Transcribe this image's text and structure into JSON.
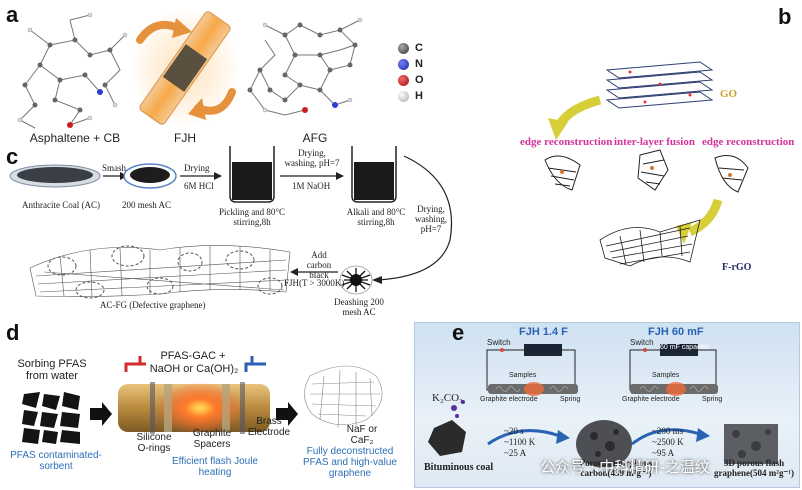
{
  "panels": {
    "a": {
      "label": "a",
      "captions": [
        "Asphaltene + CB",
        "FJH",
        "AFG"
      ],
      "legend": [
        {
          "symbol": "C",
          "color": "#555555"
        },
        {
          "symbol": "N",
          "color": "#2a3fd1"
        },
        {
          "symbol": "O",
          "color": "#c81e1e"
        },
        {
          "symbol": "H",
          "color": "#f2f2f2"
        }
      ]
    },
    "b": {
      "label": "b",
      "go": "GO",
      "edge_left": "edge reconstruction",
      "fusion": "inter-layer fusion",
      "edge_right": "edge reconstruction",
      "frgo": "F-rGO"
    },
    "c": {
      "label": "c",
      "anthracite": "Anthracite Coal (AC)",
      "smash": "Smash",
      "mesh_ac": "200 mesh AC",
      "drying": "Drying",
      "hcl": "6M HCl",
      "pickling": "Pickling and 80°C stirring,8h",
      "wash1": "Drying, washing, pH=7",
      "naoh": "1M NaOH",
      "alkali": "Alkali and 80°C stirring,8h",
      "wash2": "Drying, washing, pH=7",
      "add_cb": "Add carbon black",
      "fjh_temp": "FJH(T > 3000K)",
      "deashing": "Deashing 200 mesh AC",
      "acfg": "AC-FG (Defective graphene)"
    },
    "d": {
      "label": "d",
      "sorbing": "Sorbing PFAS from water",
      "pfas_gac": "PFAS-GAC +",
      "naoh_line": "NaOH or Ca(OH)₂",
      "graphite_spacers": "Graphite Spacers",
      "brass": "Brass Electrode",
      "silicone": "Silicone O-rings",
      "efficient": "Efficient flash Joule heating",
      "contaminated": "PFAS contaminated-sorbent",
      "naf": "NaF or CaF₂",
      "fully": "Fully deconstructed PFAS and high-value graphene"
    },
    "e": {
      "label": "e",
      "fjh1": "FJH 1.4 F",
      "fjh2": "FJH 60 mF",
      "switch": "Switch",
      "samples": "Samples",
      "graphite_electrode": "Graphite electrode",
      "spring": "Spring",
      "cap_text": "60 mF capacitor",
      "k2co3": "K₂CO₃",
      "cond1": [
        "~20 s",
        "~1100 K",
        "~25 A"
      ],
      "cond2": [
        "~200 ms",
        "~2500 K",
        "~95 A"
      ],
      "bituminous": "Bituminous coal",
      "porous": "Porous amorphous carbon(439 m²g⁻¹)",
      "graphene": "3D porous flash graphene(504 m²g⁻¹)"
    }
  },
  "watermark": "公众号 · 中科精研-之温纹"
}
